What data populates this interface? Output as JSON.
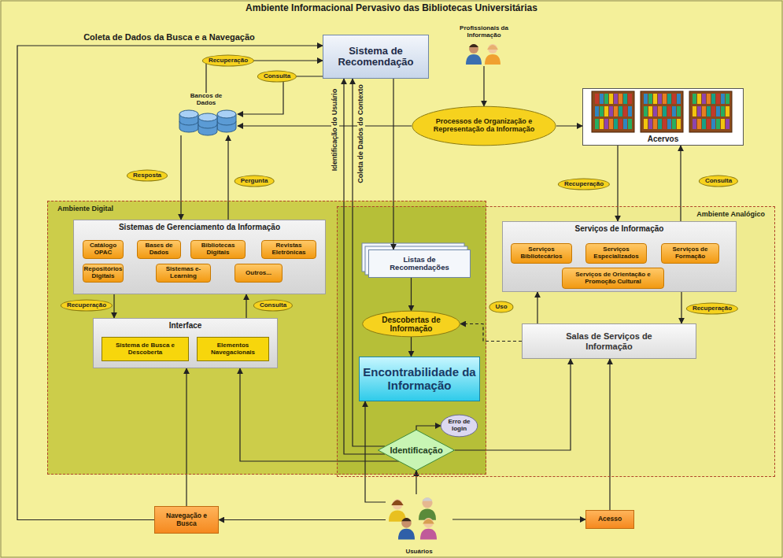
{
  "diagram": {
    "title": "Ambiente Informacional Pervasivo das Bibliotecas Universitárias",
    "nodes": [
      {
        "text": [
          "Sistema de Recomendação"
        ]
      },
      {
        "text": [
          "Profissionais da Informação"
        ]
      },
      {
        "text": [
          "Bancos de Dados"
        ]
      },
      {
        "text": [
          "Processos de Organização e Representação da Informação"
        ]
      },
      {
        "text": [
          "Acervos"
        ]
      },
      {
        "text": [
          "Ambiente Digital"
        ]
      },
      {
        "text": [
          "Sistemas de Gerenciamento da Informação"
        ],
        "in": 5
      },
      {
        "text": [
          "Catálogo OPAC"
        ],
        "in": 6
      },
      {
        "text": [
          "Bases de Dados"
        ],
        "in": 6
      },
      {
        "text": [
          "Bibliotecas Digitais"
        ],
        "in": 6
      },
      {
        "text": [
          "Revistas Eletrônicas"
        ],
        "in": 6
      },
      {
        "text": [
          "Repositórios Digitais"
        ],
        "in": 6
      },
      {
        "text": [
          "Sistemas e-Learning"
        ],
        "in": 6
      },
      {
        "text": [
          "Outros..."
        ],
        "in": 6
      },
      {
        "text": [
          "Interface"
        ],
        "in": 5
      },
      {
        "text": [
          "Sistema de Busca e Descoberta"
        ],
        "in": 14
      },
      {
        "text": [
          "Elementos Navegacionais"
        ],
        "in": 14
      },
      {
        "text": [
          "Listas de Recomendações"
        ]
      },
      {
        "text": [
          "Descobertas de Informação"
        ]
      },
      {
        "text": [
          "Encontrabilidade da Informação"
        ]
      },
      {
        "text": [
          "Erro de login"
        ]
      },
      {
        "text": [
          "Identificação"
        ]
      },
      {
        "text": [
          "Ambiente Analógico"
        ]
      },
      {
        "text": [
          "Serviços de Informação"
        ],
        "in": 22
      },
      {
        "text": [
          "Serviços Bibliotecários"
        ],
        "in": 23
      },
      {
        "text": [
          "Serviços Especializados"
        ],
        "in": 23
      },
      {
        "text": [
          "Serviços de Formação"
        ],
        "in": 23
      },
      {
        "text": [
          "Serviços de Orientação e Promoção Cultural"
        ],
        "in": 23
      },
      {
        "text": [
          "Salas de Serviços de Informação"
        ],
        "in": 22
      },
      {
        "text": [
          "Navegação e Busca"
        ]
      },
      {
        "text": [
          "Usuários"
        ]
      },
      {
        "text": [
          "Acesso"
        ]
      }
    ],
    "edges": [
      {
        "from": 2,
        "to": 0,
        "label": "Recuperação",
        "arrow": "to"
      },
      {
        "from": 0,
        "to": 2,
        "label": "Consulta",
        "arrow": "to"
      },
      {
        "from": 2,
        "to": 6,
        "label": "Resposta",
        "arrow": "to"
      },
      {
        "from": 6,
        "to": 2,
        "label": "Pergunta",
        "arrow": "to"
      },
      {
        "from": 1,
        "to": 3,
        "arrow": "to"
      },
      {
        "from": 3,
        "to": 2,
        "arrow": "to"
      },
      {
        "from": 3,
        "to": 4,
        "arrow": "to"
      },
      {
        "from": 29,
        "to": 0,
        "label": "Coleta de Dados da Busca e a Navegação",
        "arrow": "to"
      },
      {
        "from": 0,
        "to": 17,
        "arrow": "to"
      },
      {
        "from": 21,
        "to": 0,
        "label": "Identificação do Usuário",
        "arrow": "to"
      },
      {
        "from": 21,
        "to": 0,
        "label": "Coleta de Dados do Contexto",
        "arrow": "to"
      },
      {
        "from": 6,
        "to": 14,
        "label": "Recuperação",
        "arrow": "to"
      },
      {
        "from": 14,
        "to": 6,
        "label": "Consulta",
        "arrow": "to"
      },
      {
        "from": 17,
        "to": 18,
        "arrow": "to"
      },
      {
        "from": 18,
        "to": 19,
        "arrow": "to"
      },
      {
        "from": 28,
        "to": 18,
        "arrow": "to"
      },
      {
        "from": 21,
        "to": 20,
        "arrow": "to"
      },
      {
        "from": 30,
        "to": 21,
        "arrow": "to"
      },
      {
        "from": 30,
        "to": 19,
        "arrow": "to"
      },
      {
        "from": 21,
        "to": 14,
        "arrow": "to"
      },
      {
        "from": 21,
        "to": 28,
        "arrow": "to"
      },
      {
        "from": 30,
        "to": 29,
        "arrow": "to"
      },
      {
        "from": 30,
        "to": 31,
        "arrow": "to"
      },
      {
        "from": 29,
        "to": 14,
        "arrow": "to"
      },
      {
        "from": 31,
        "to": 28,
        "arrow": "to"
      },
      {
        "from": 4,
        "to": 23,
        "label": "Recuperação",
        "arrow": "to"
      },
      {
        "from": 23,
        "to": 4,
        "label": "Consulta",
        "arrow": "to"
      },
      {
        "from": 28,
        "to": 23,
        "label": "Uso",
        "arrow": "to"
      },
      {
        "from": 23,
        "to": 28,
        "label": "Recuperação",
        "arrow": "to"
      }
    ]
  }
}
